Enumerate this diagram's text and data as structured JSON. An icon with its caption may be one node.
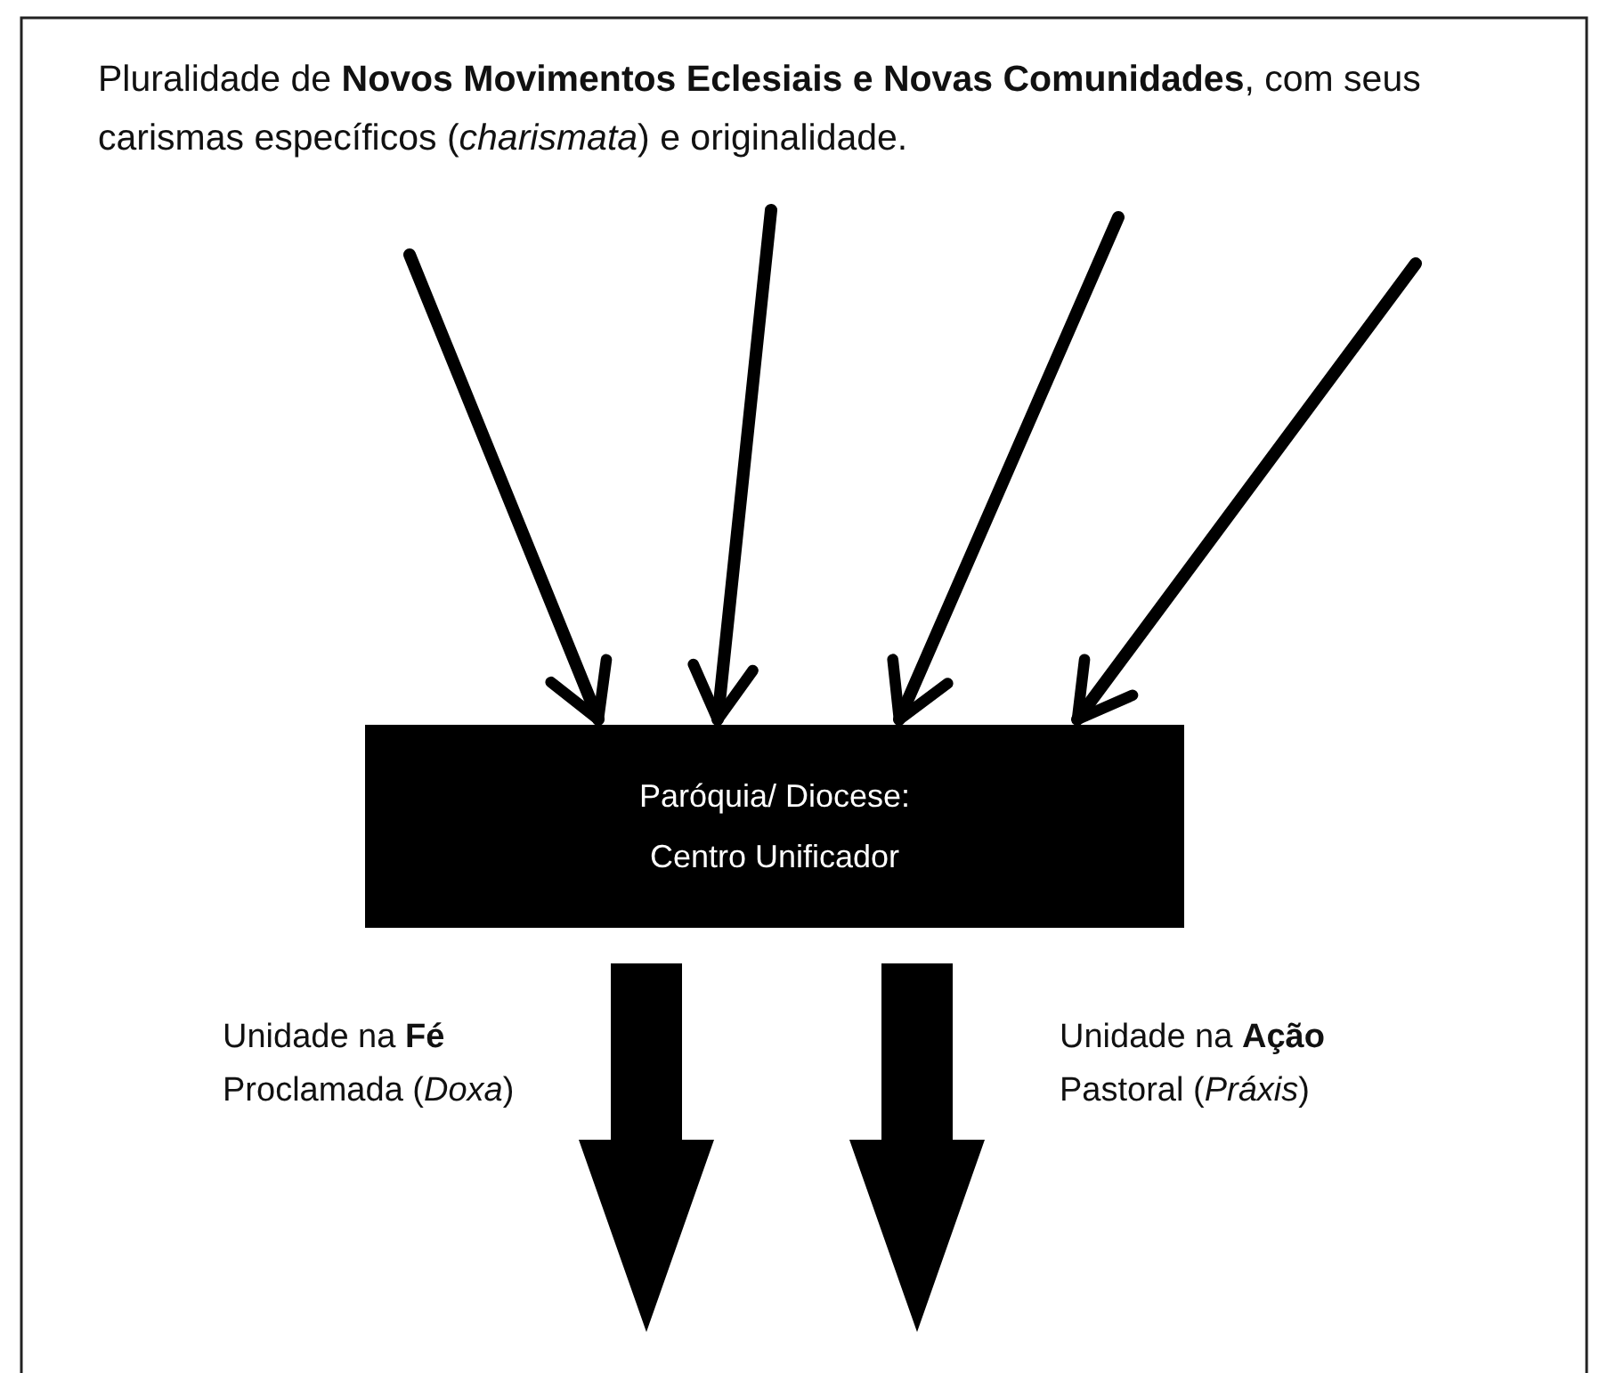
{
  "diagram": {
    "nodes": [
      {
        "text": [
          "Pluralidade de **Novos Movimentos Eclesiais e Novas Comunidades**, com seus carismas específicos (*charismata*) e originalidade."
        ]
      },
      {
        "text": [
          "Paróquia/ Diocese: Centro Unificador"
        ]
      }
    ],
    "edges": [
      {
        "from": 0,
        "to": 1,
        "arrow": "to"
      },
      {
        "from": 0,
        "to": 1,
        "arrow": "to"
      },
      {
        "from": 0,
        "to": 1,
        "arrow": "to"
      },
      {
        "from": 0,
        "to": 1,
        "arrow": "to"
      },
      {
        "from": 1,
        "to": null,
        "arrow": "to",
        "style": "thick"
      },
      {
        "from": 1,
        "to": null,
        "arrow": "to",
        "style": "thick"
      }
    ],
    "labels": [
      "Unidade na **Fé** Proclamada (*Doxa*)",
      "Unidade na **Ação** Pastoral (*Práxis*)"
    ]
  }
}
